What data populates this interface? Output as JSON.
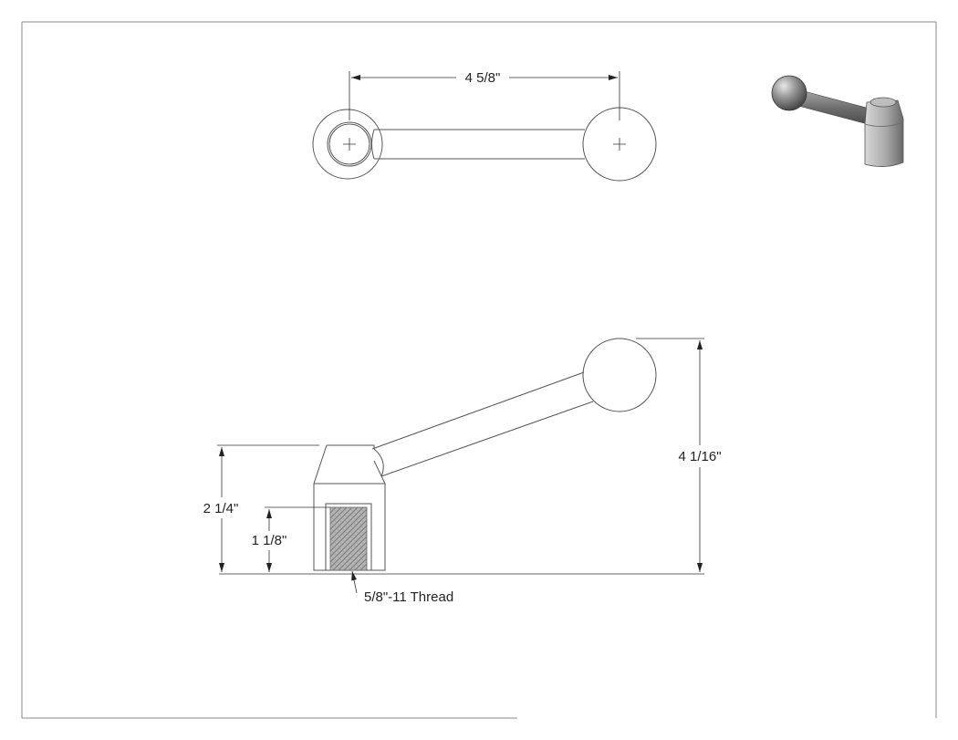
{
  "dimensions": {
    "handle_length": "4 5/8\"",
    "overall_height": "4 1/16\"",
    "hub_height": "2 1/4\"",
    "thread_depth": "1 1/8\"",
    "thread_callout": "5/8\"-11 Thread"
  },
  "colors": {
    "line": "#555555",
    "dimension_line": "#333333",
    "thread_fill": "#9a9a9a",
    "render_steel": "#8c8c8c"
  }
}
